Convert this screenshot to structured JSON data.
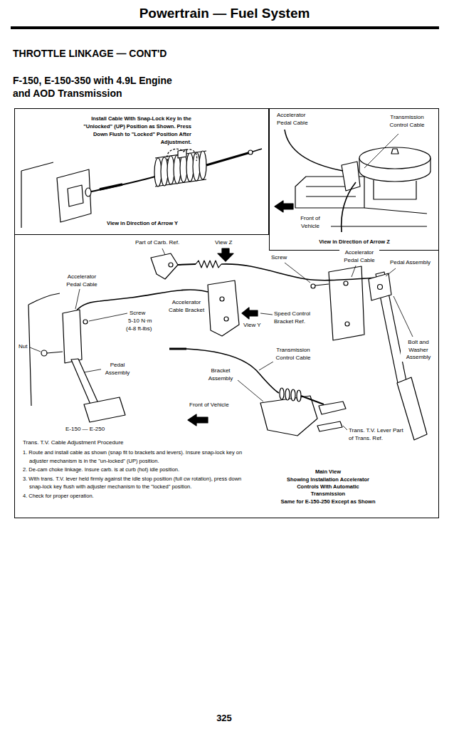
{
  "diagram": {
    "title": "Powertrain — Fuel System",
    "nodes": [
      {
        "text": [
          "Install Cable With Snap-Lock Key In the \"Unlocked\" (UP) Position as Shown. Press Down Flush to \"Locked\" Position After Adjustment.",
          "View in Direction of Arrow Y"
        ]
      },
      {
        "text": [
          "View in Direction of Arrow Z"
        ]
      },
      {
        "text": [
          "Main View",
          "Showing Installation Accelerator Controls With Automatic Transmission",
          "Same for E-150-250 Except as Shown"
        ]
      }
    ],
    "labels": [
      "THROTTLE LINKAGE — CONT'D",
      "F-150, E-150-350 with 4.9L Engine and AOD Transmission",
      "Accelerator Pedal Cable",
      "Transmission Control Cable",
      "Front of Vehicle",
      "Part of Carb. Ref.",
      "View Z",
      "Screw",
      "Accelerator Pedal Cable",
      "Pedal Assembly",
      "Accelerator Pedal Cable",
      "Accelerator Cable Bracket",
      "Screw",
      "5-10 N·m",
      "(4-8 ft-lbs)",
      "View Y",
      "Speed Control Bracket Ref.",
      "Bolt and Washer Assembly",
      "Nut",
      "Transmission Control Cable",
      "Pedal Assembly",
      "Bracket Assembly",
      "Front of Vehicle",
      "E-150 — E-250",
      "Trans. T.V. Lever Part of Trans. Ref.",
      "Trans. T.V. Cable Adjustment Procedure",
      "1. Route and install cable as shown (snap fit to brackets and levers). Insure snap-lock key on adjuster mechanism is in the \"un-locked\" (UP) position.",
      "2. De-cam choke linkage. Insure carb. is at curb (hot) idle position.",
      "3. With trans. T.V. lever held firmly against the idle stop position (full cw rotation), press down snap-lock key flush with adjuster mechanism to the \"locked\" position.",
      "4. Check for proper operation.",
      "325"
    ]
  }
}
